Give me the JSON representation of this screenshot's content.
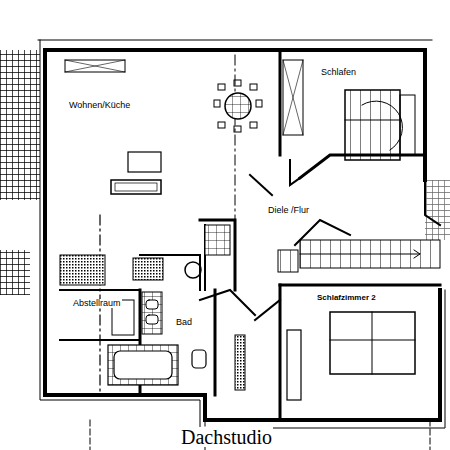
{
  "diagram": {
    "labels": [
      "Wohnen/Küche",
      "Schlafen",
      "Diele /Flur",
      "Abstellraum",
      "Bad",
      "Schlafzimmer 2",
      "Dachstudio"
    ]
  }
}
